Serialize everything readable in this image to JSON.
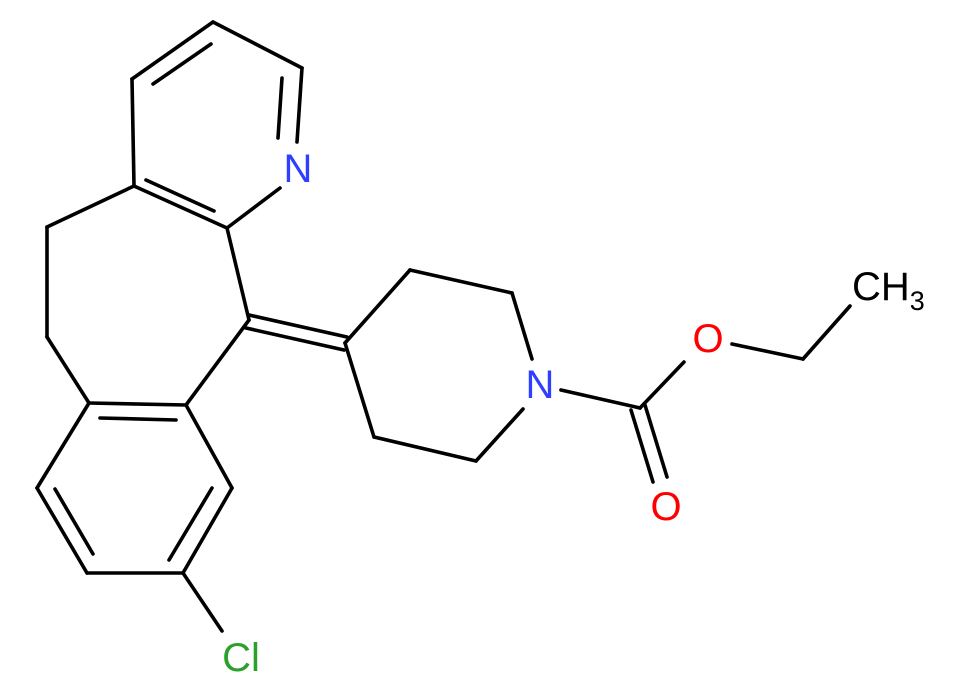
{
  "atoms": {
    "N_pyridine": {
      "symbol": "N",
      "color": "#2f3fff"
    },
    "N_piperidine": {
      "symbol": "N",
      "color": "#2f3fff"
    },
    "O_ester": {
      "symbol": "O",
      "color": "#ff0000"
    },
    "O_carbonyl": {
      "symbol": "O",
      "color": "#ff0000"
    },
    "Cl": {
      "symbol": "Cl",
      "color": "#2ca02c"
    },
    "CH3": {
      "main": "CH",
      "subscript": "3",
      "color": "#000000"
    }
  }
}
